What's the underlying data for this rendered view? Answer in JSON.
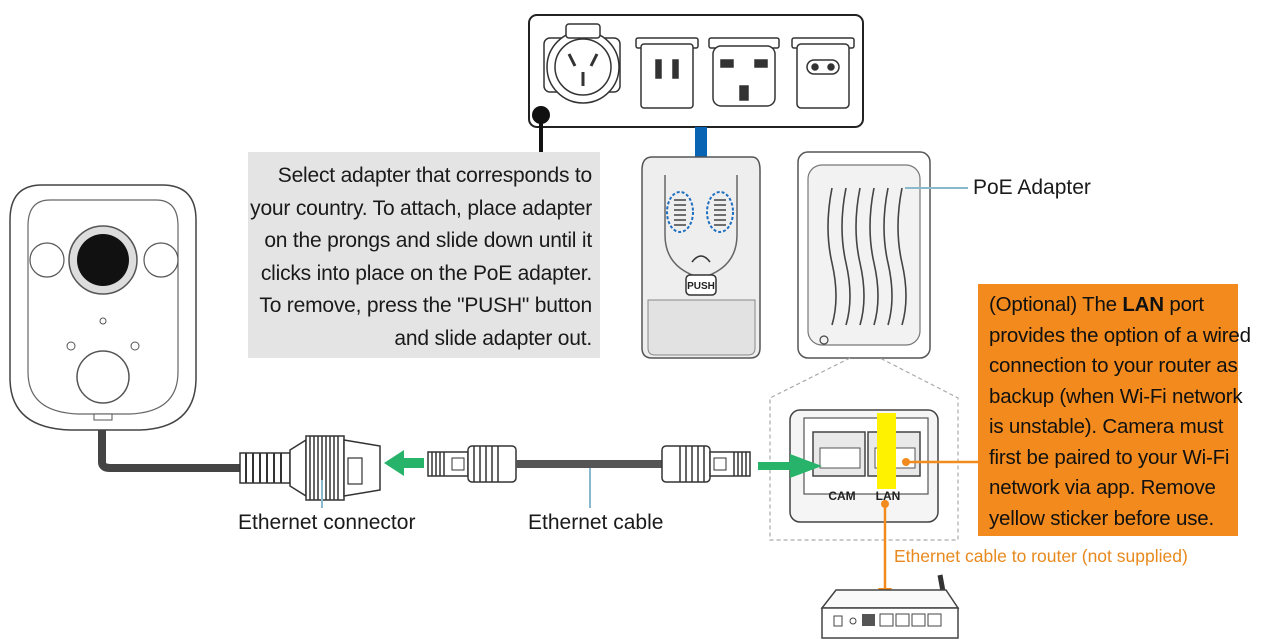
{
  "instructions": {
    "lines": [
      "Select adapter that corresponds to",
      "your country. To attach, place adapter",
      "on the prongs and slide down until it",
      "clicks into place on the PoE adapter.",
      "To remove, press the \"PUSH\" button",
      "and slide adapter out."
    ]
  },
  "optional_note": {
    "line1_prefix": "(Optional) The ",
    "line1_bold": "LAN",
    "line1_suffix": " port",
    "lines": [
      "provides the option of a wired",
      "connection to your router as",
      "backup (when Wi-Fi network",
      "is unstable). Camera must",
      "first be paired to your Wi-Fi",
      "network via app. Remove",
      "yellow sticker before use."
    ]
  },
  "labels": {
    "poe_adapter": "PoE Adapter",
    "ethernet_connector": "Ethernet connector",
    "ethernet_cable": "Ethernet cable",
    "router_cable": "Ethernet cable to router (not supplied)",
    "push": "PUSH",
    "cam_port": "CAM",
    "lan_port": "LAN"
  },
  "colors": {
    "blue_arrow": "#0a64b4",
    "green_arrow": "#27b36a",
    "orange": "#f28a1d",
    "yellow_sticker": "#fff200",
    "callout_line": "#8ab8cc"
  }
}
